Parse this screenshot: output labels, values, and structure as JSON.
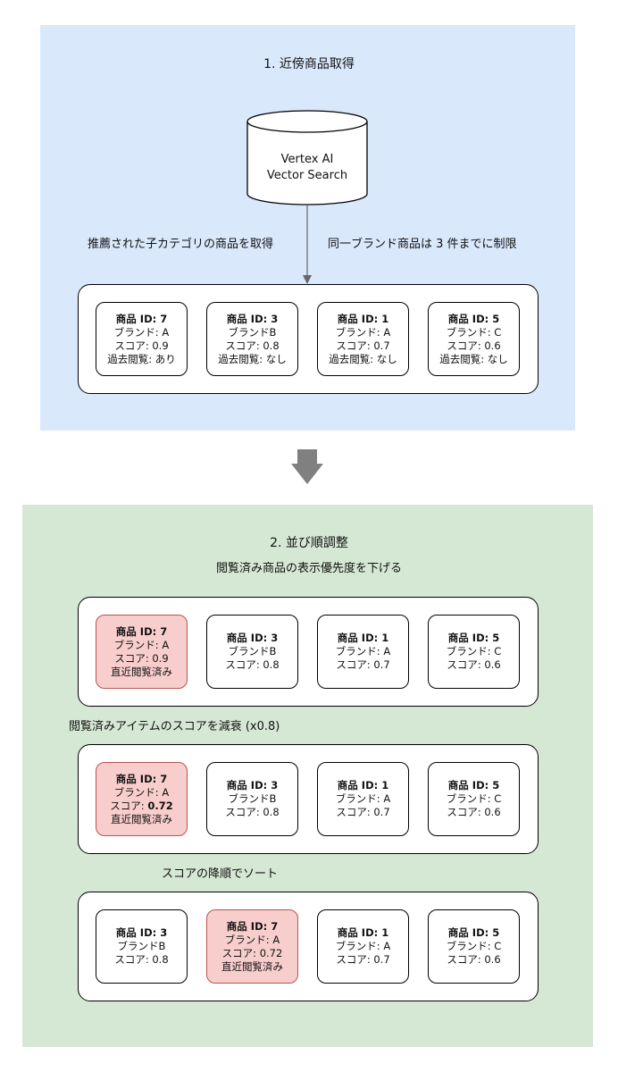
{
  "stage1": {
    "title": "1. 近傍商品取得",
    "database": {
      "line1": "Vertex AI",
      "line2": "Vector Search"
    },
    "note_left": "推薦された子カテゴリの商品を取得",
    "note_right": "同一ブランド商品は 3 件までに制限",
    "cards": [
      {
        "id": "商品 ID: 7",
        "brand": "ブランド: A",
        "score": "スコア: 0.9",
        "history": "過去閲覧: あり"
      },
      {
        "id": "商品 ID: 3",
        "brand": "ブランドB",
        "score": "スコア: 0.8",
        "history": "過去閲覧: なし"
      },
      {
        "id": "商品 ID: 1",
        "brand": "ブランド: A",
        "score": "スコア: 0.7",
        "history": "過去閲覧: なし"
      },
      {
        "id": "商品 ID: 5",
        "brand": "ブランド: C",
        "score": "スコア: 0.6",
        "history": "過去閲覧: なし"
      }
    ]
  },
  "stage2": {
    "title": "2. 並び順調整",
    "subtitle": "閲覧済み商品の表示優先度を下げる",
    "row1": [
      {
        "id": "商品 ID: 7",
        "brand": "ブランド: A",
        "score": "スコア: 0.9",
        "flag": "直近閲覧済み"
      },
      {
        "id": "商品 ID: 3",
        "brand": "ブランドB",
        "score": "スコア: 0.8"
      },
      {
        "id": "商品 ID: 1",
        "brand": "ブランド: A",
        "score": "スコア: 0.7"
      },
      {
        "id": "商品 ID: 5",
        "brand": "ブランド: C",
        "score": "スコア: 0.6"
      }
    ],
    "step1_label": "閲覧済みアイテムのスコアを減衰 (x0.8)",
    "row2": [
      {
        "id": "商品 ID: 7",
        "brand": "ブランド: A",
        "score_prefix": "スコア: ",
        "score_value": "0.72",
        "flag": "直近閲覧済み"
      },
      {
        "id": "商品 ID: 3",
        "brand": "ブランドB",
        "score": "スコア: 0.8"
      },
      {
        "id": "商品 ID: 1",
        "brand": "ブランド: A",
        "score": "スコア: 0.7"
      },
      {
        "id": "商品 ID: 5",
        "brand": "ブランド: C",
        "score": "スコア: 0.6"
      }
    ],
    "step2_label": "スコアの降順でソート",
    "row3": [
      {
        "id": "商品 ID: 3",
        "brand": "ブランドB",
        "score": "スコア: 0.8"
      },
      {
        "id": "商品 ID: 7",
        "brand": "ブランド: A",
        "score": "スコア: 0.72",
        "flag": "直近閲覧済み"
      },
      {
        "id": "商品 ID: 1",
        "brand": "ブランド: A",
        "score": "スコア: 0.7"
      },
      {
        "id": "商品 ID: 5",
        "brand": "ブランド: C",
        "score": "スコア: 0.6"
      }
    ]
  },
  "colors": {
    "stage1_bg": "#dae8fc",
    "stage2_bg": "#d5e8d4",
    "viewed_fill": "#f8cecc",
    "viewed_stroke": "#b85450",
    "big_arrow": "#808080"
  }
}
